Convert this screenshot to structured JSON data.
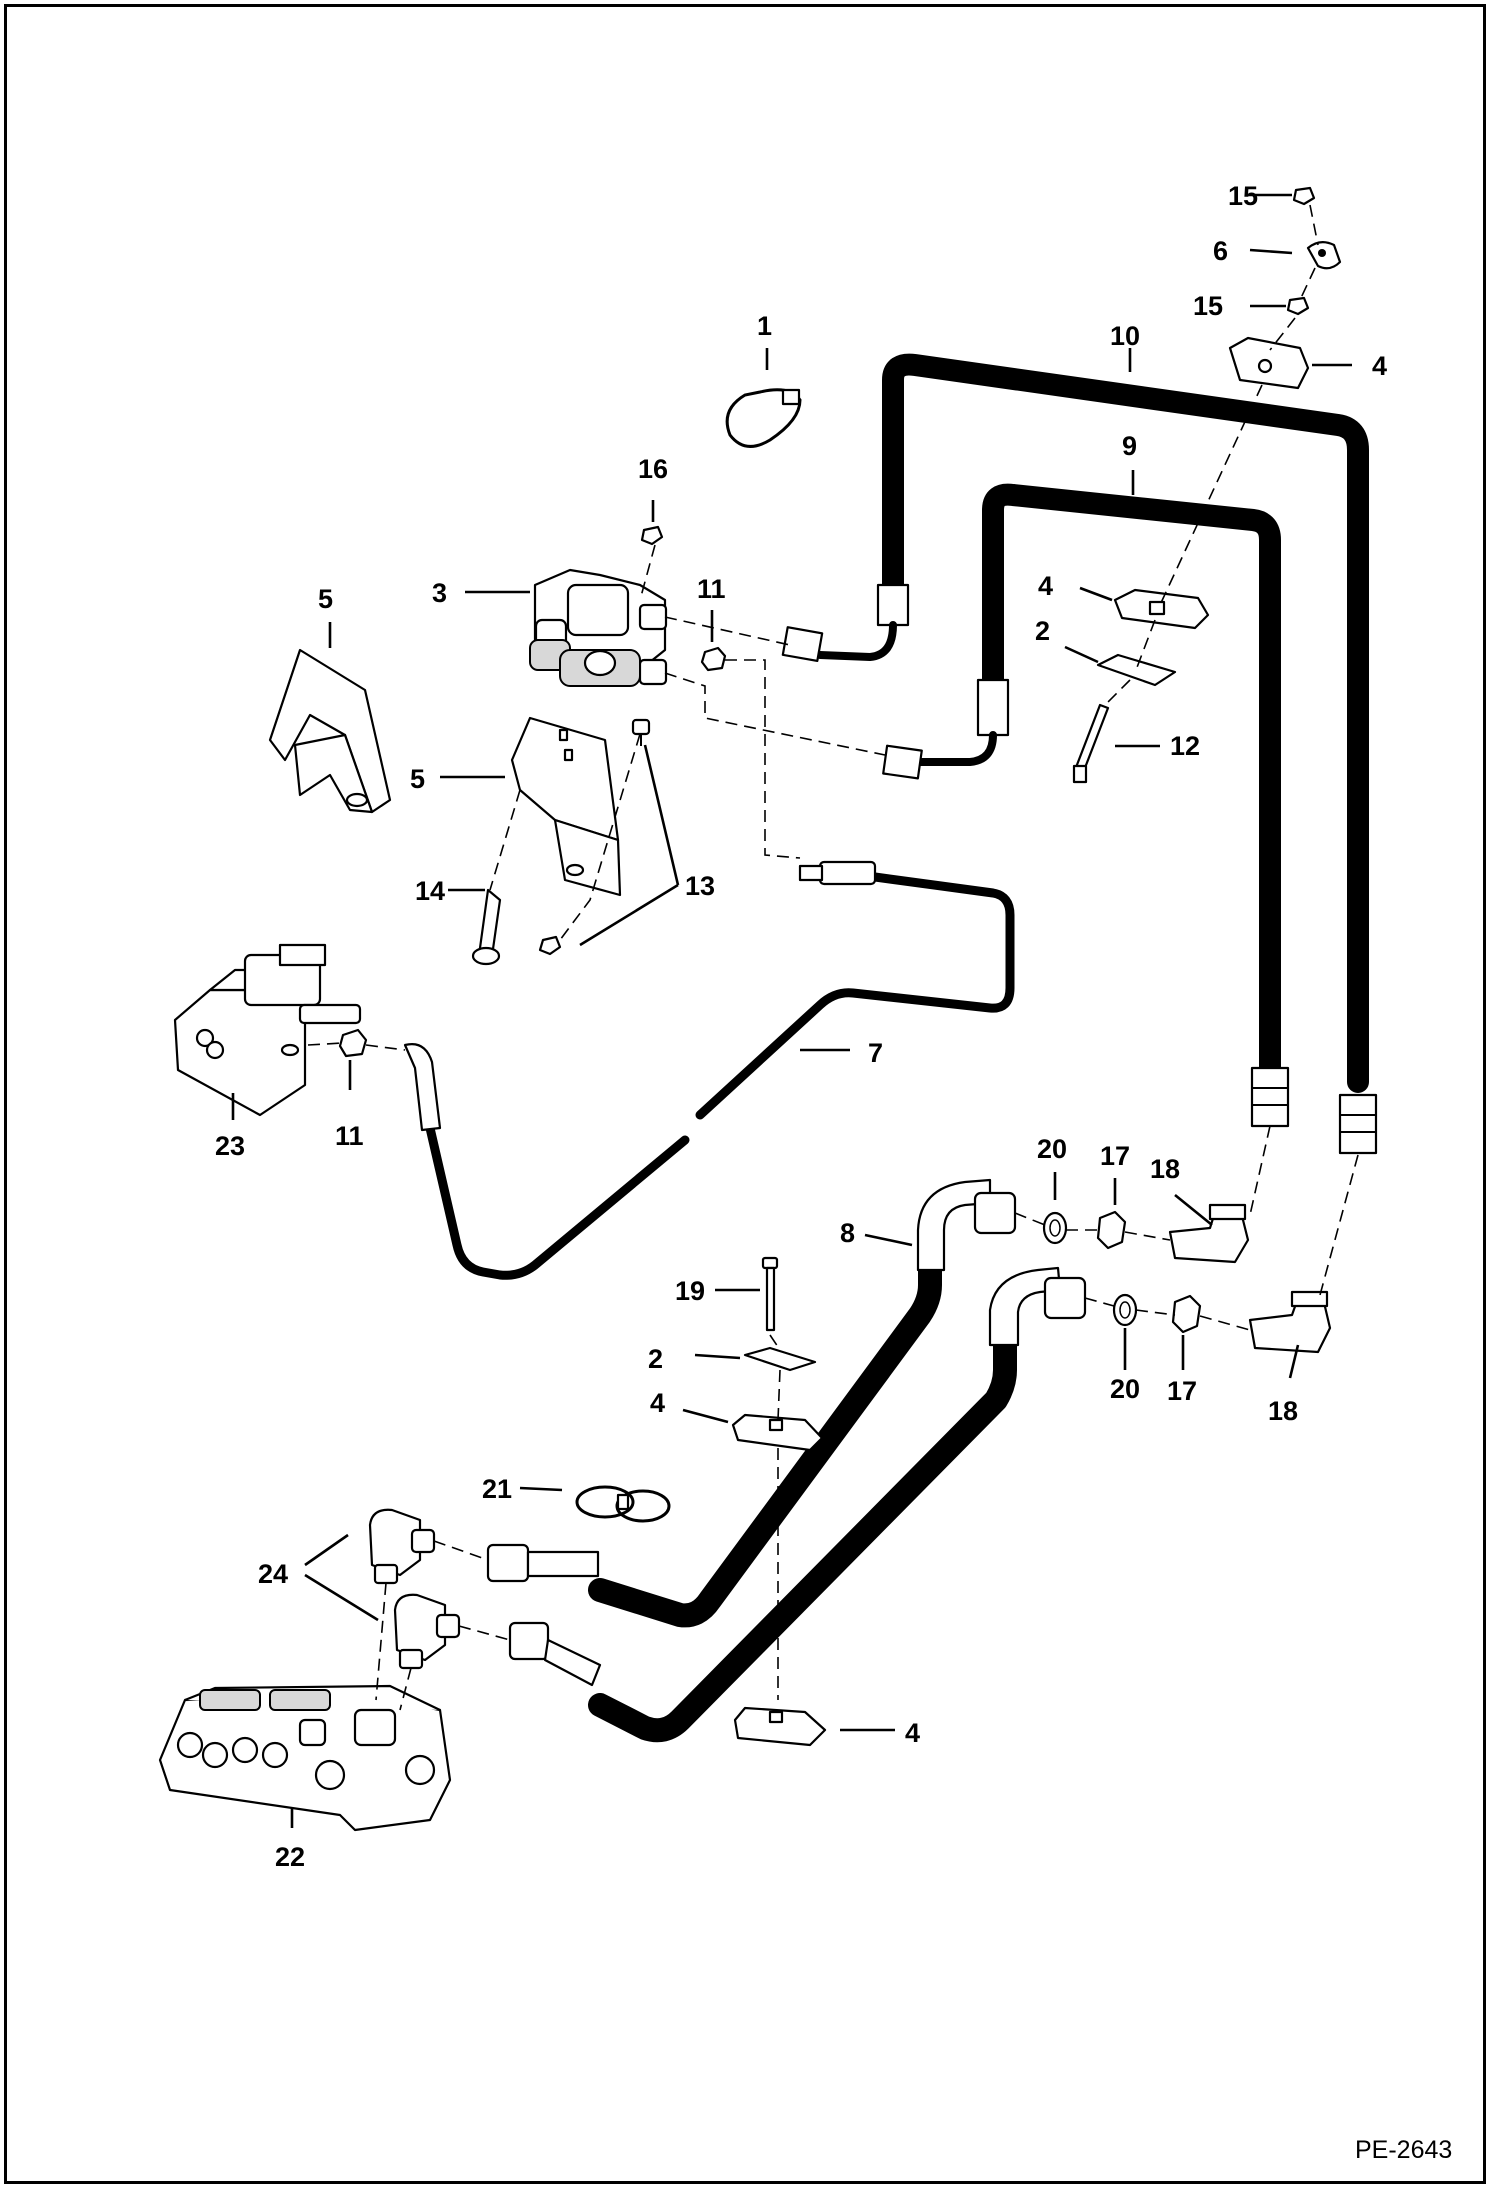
{
  "figure": {
    "reference": "PE-2643",
    "callouts": [
      {
        "id": "c1",
        "label": "1"
      },
      {
        "id": "c2a",
        "label": "2"
      },
      {
        "id": "c2b",
        "label": "2"
      },
      {
        "id": "c3",
        "label": "3"
      },
      {
        "id": "c4a",
        "label": "4"
      },
      {
        "id": "c4b",
        "label": "4"
      },
      {
        "id": "c4c",
        "label": "4"
      },
      {
        "id": "c4d",
        "label": "4"
      },
      {
        "id": "c5a",
        "label": "5"
      },
      {
        "id": "c5b",
        "label": "5"
      },
      {
        "id": "c6",
        "label": "6"
      },
      {
        "id": "c7",
        "label": "7"
      },
      {
        "id": "c8",
        "label": "8"
      },
      {
        "id": "c9",
        "label": "9"
      },
      {
        "id": "c10",
        "label": "10"
      },
      {
        "id": "c11a",
        "label": "11"
      },
      {
        "id": "c11b",
        "label": "11"
      },
      {
        "id": "c12",
        "label": "12"
      },
      {
        "id": "c13",
        "label": "13"
      },
      {
        "id": "c14",
        "label": "14"
      },
      {
        "id": "c15a",
        "label": "15"
      },
      {
        "id": "c15b",
        "label": "15"
      },
      {
        "id": "c16",
        "label": "16"
      },
      {
        "id": "c17a",
        "label": "17"
      },
      {
        "id": "c17b",
        "label": "17"
      },
      {
        "id": "c18a",
        "label": "18"
      },
      {
        "id": "c18b",
        "label": "18"
      },
      {
        "id": "c19",
        "label": "19"
      },
      {
        "id": "c20a",
        "label": "20"
      },
      {
        "id": "c20b",
        "label": "20"
      },
      {
        "id": "c21",
        "label": "21"
      },
      {
        "id": "c22",
        "label": "22"
      },
      {
        "id": "c23",
        "label": "23"
      },
      {
        "id": "c24",
        "label": "24"
      }
    ]
  }
}
